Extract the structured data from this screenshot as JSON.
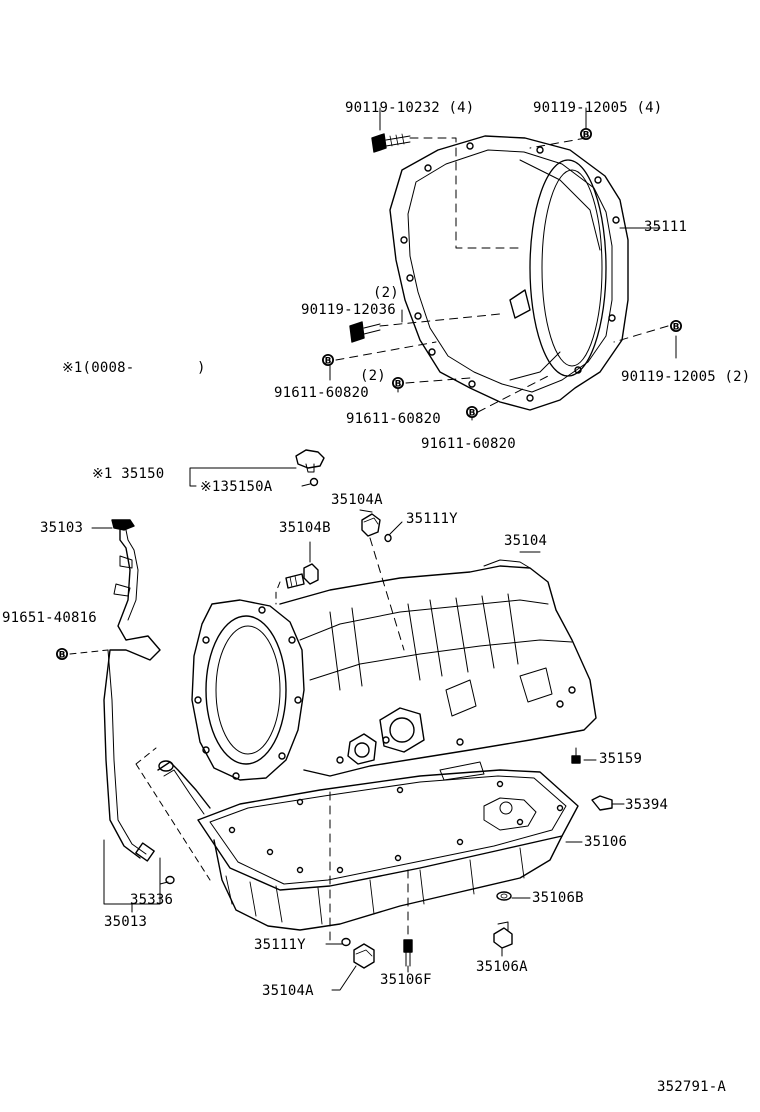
{
  "diagram": {
    "labels": {
      "bolt_top_left": "90119-10232 (4)",
      "bolt_top_right": "90119-12005 (4)",
      "housing": "35111",
      "bolt_mid_qty": "(2)",
      "bolt_mid": "90119-12036",
      "bolt_right_lower": "90119-12005 (2)",
      "note_range": "※1(0008-",
      "note_range_close": ")",
      "stud_1_qty": "(2)",
      "stud_1": "91611-60820",
      "stud_2": "91611-60820",
      "stud_3": "91611-60820",
      "solenoid_sensor": "※1 35150",
      "solenoid_sensor_oring": "※135150A",
      "plug_upper": "35104A",
      "oring_upper": "35111Y",
      "fitting": "35104B",
      "case": "35104",
      "dipstick": "35103",
      "stud_dipstick": "91651-40816",
      "magnet": "35159",
      "strainer": "35394",
      "oil_pan": "35106",
      "oring_tube": "35336",
      "tube_assy": "35013",
      "gasket": "35106B",
      "oring_lower": "35111Y",
      "bolt_pan": "35106F",
      "plug_lower": "35104A",
      "drain_plug": "35106A",
      "figure_code": "352791-A"
    }
  }
}
